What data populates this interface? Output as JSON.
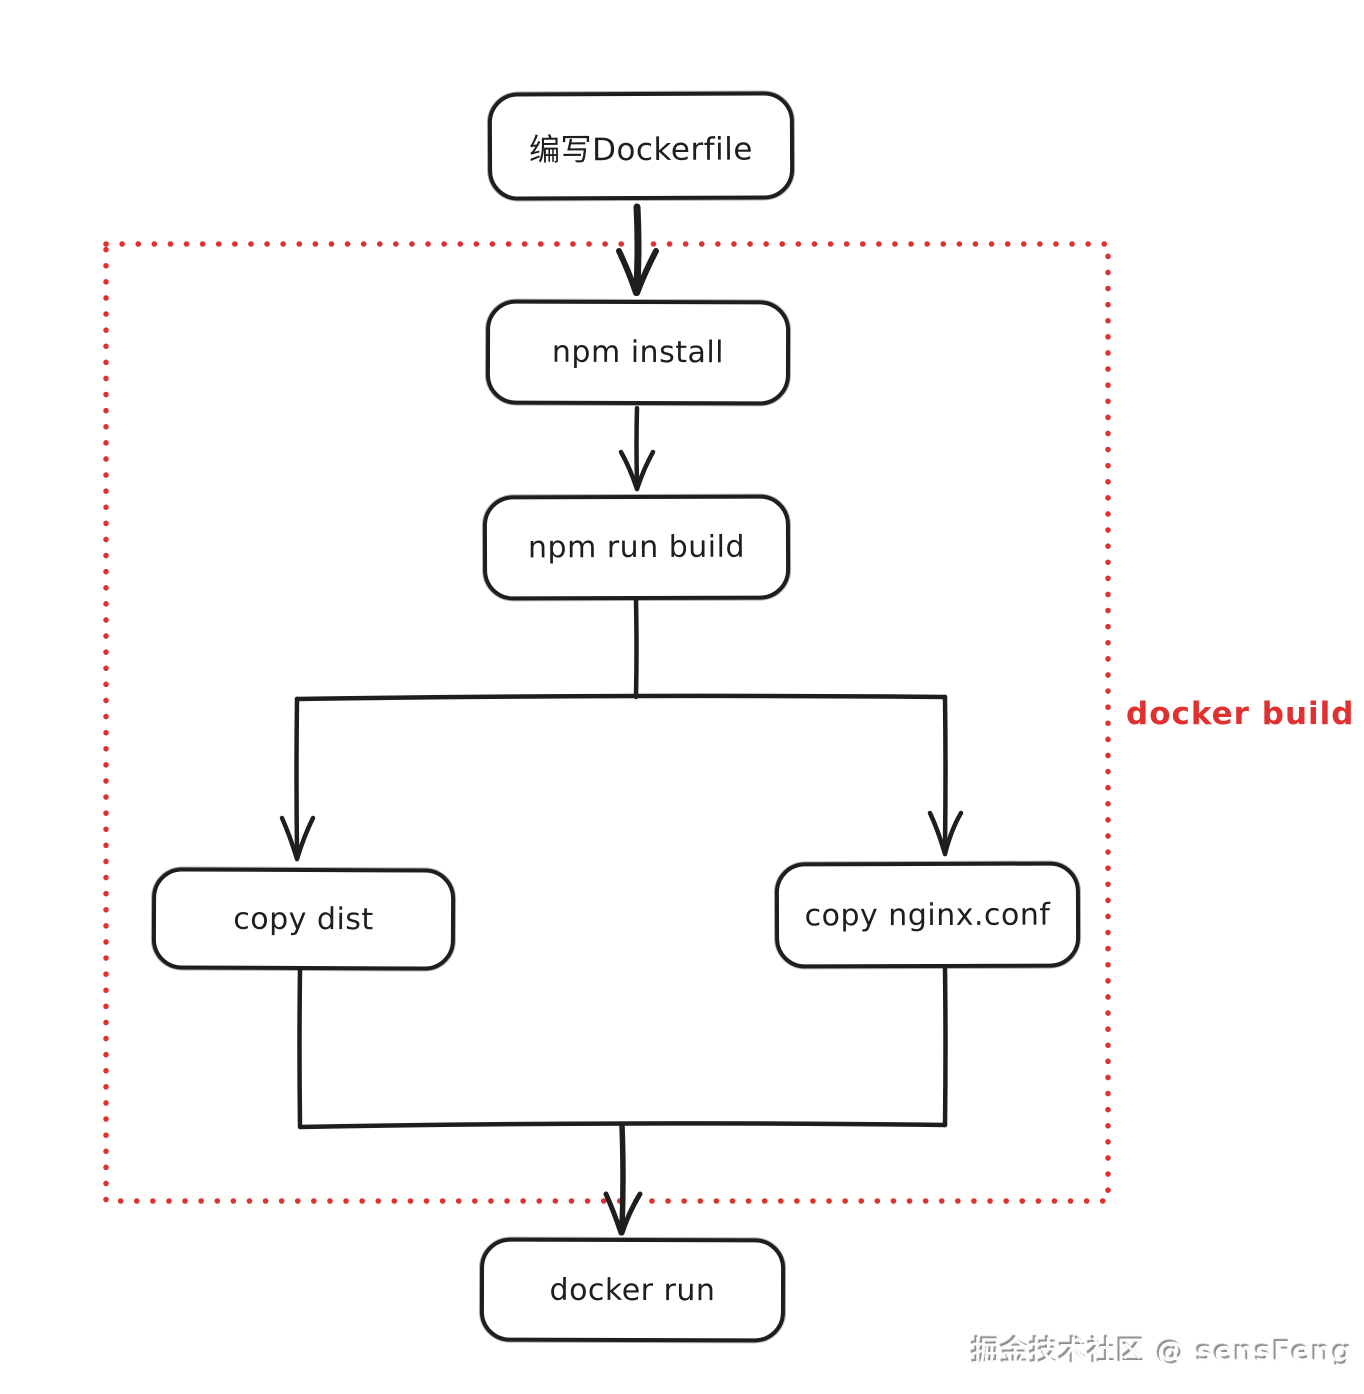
{
  "diagram": {
    "title_node": "编写Dockerfile",
    "nodes": [
      {
        "id": "write-dockerfile",
        "label": "编写Dockerfile"
      },
      {
        "id": "npm-install",
        "label": "npm install"
      },
      {
        "id": "npm-run-build",
        "label": "npm run build"
      },
      {
        "id": "copy-dist",
        "label": "copy dist"
      },
      {
        "id": "copy-nginx-conf",
        "label": "copy nginx.conf"
      },
      {
        "id": "docker-run",
        "label": "docker run"
      }
    ],
    "edges": [
      {
        "from": "write-dockerfile",
        "to": "npm-install"
      },
      {
        "from": "npm-install",
        "to": "npm-run-build"
      },
      {
        "from": "npm-run-build",
        "to": "copy-dist"
      },
      {
        "from": "npm-run-build",
        "to": "copy-nginx-conf"
      },
      {
        "from": "copy-dist",
        "to": "docker-run"
      },
      {
        "from": "copy-nginx-conf",
        "to": "docker-run"
      }
    ],
    "group": {
      "label": "docker build",
      "contains": [
        "npm-install",
        "npm-run-build",
        "copy-dist",
        "copy-nginx-conf"
      ]
    },
    "colors": {
      "node_stroke": "#1e1e1e",
      "arrow_stroke": "#1e1e1e",
      "group_border": "#e03131",
      "group_label": "#e03131",
      "background": "#ffffff"
    },
    "watermark": "掘金技术社区 @ sensFeng"
  }
}
